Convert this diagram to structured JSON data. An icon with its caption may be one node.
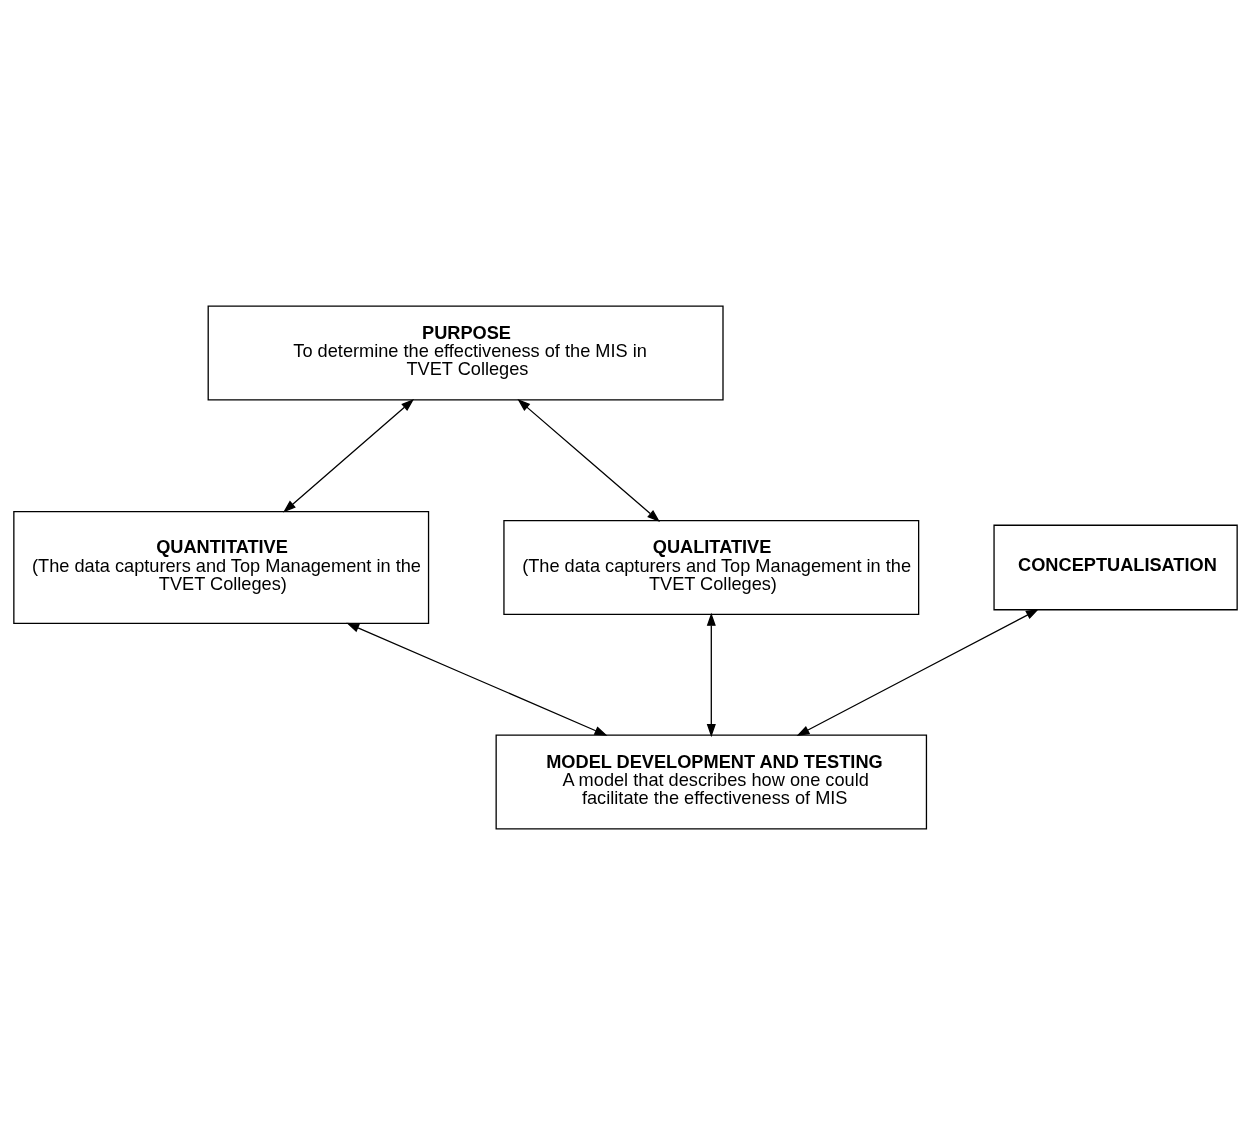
{
  "diagram": {
    "nodes": [
      {
        "text": [
          "PURPOSE",
          "To determine the effectiveness of the MIS in TVET Colleges"
        ]
      },
      {
        "text": [
          "QUANTITATIVE",
          "(The data capturers and Top Management in the TVET Colleges)"
        ]
      },
      {
        "text": [
          "QUALITATIVE",
          "(The data capturers and Top Management in the TVET Colleges)"
        ]
      },
      {
        "text": [
          "CONCEPTUALISATION"
        ]
      },
      {
        "text": [
          "MODEL DEVELOPMENT AND TESTING",
          "A model that describes how one could facilitate the effectiveness of MIS"
        ]
      }
    ],
    "edges": [
      {
        "from": 0,
        "to": 1,
        "arrow": "both"
      },
      {
        "from": 0,
        "to": 2,
        "arrow": "both"
      },
      {
        "from": 1,
        "to": 4,
        "arrow": "both"
      },
      {
        "from": 3,
        "to": 4,
        "arrow": "both"
      },
      {
        "from": 2,
        "to": 4,
        "arrow": "both"
      }
    ]
  }
}
